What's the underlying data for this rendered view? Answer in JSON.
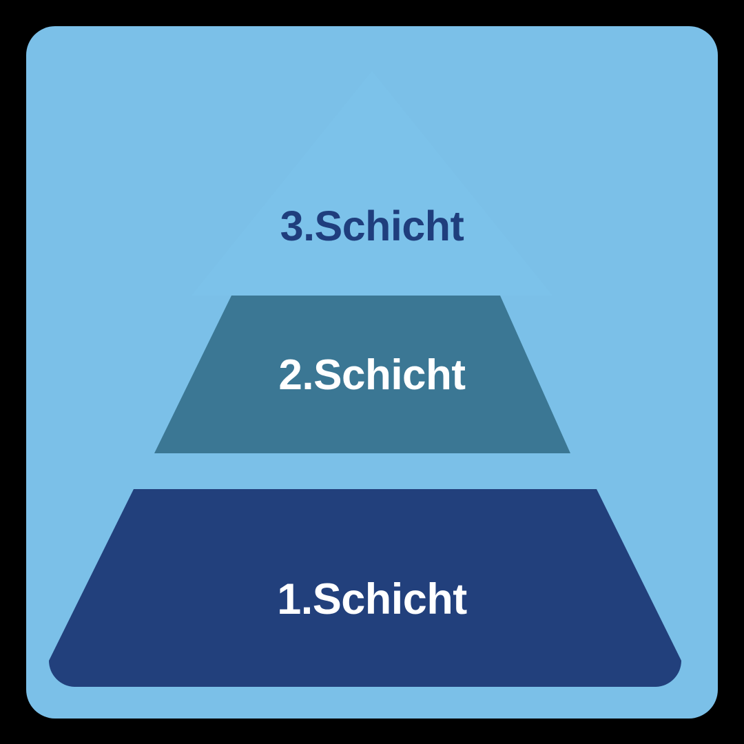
{
  "diagram": {
    "type": "layered-pyramid",
    "title": "",
    "orientation": "bottom-up",
    "layer_count": 3,
    "background_color": "#7bc0e8",
    "card": {
      "corner_radius": 42,
      "fill": "#7bc0e8"
    },
    "layers": [
      {
        "index": 1,
        "label": "1.Schicht",
        "position": "bottom",
        "fill": "#22407c",
        "text_color": "#ffffff",
        "shape": "trapezoid",
        "rounded_bottom": true
      },
      {
        "index": 2,
        "label": "2.Schicht",
        "position": "middle",
        "fill": "#3b7794",
        "text_color": "#ffffff",
        "shape": "trapezoid",
        "rounded_bottom": false
      },
      {
        "index": 3,
        "label": "3.Schicht",
        "position": "top",
        "fill": "#7cc2ea",
        "text_color": "#1f3e7d",
        "shape": "triangle",
        "rounded_bottom": false
      }
    ]
  }
}
